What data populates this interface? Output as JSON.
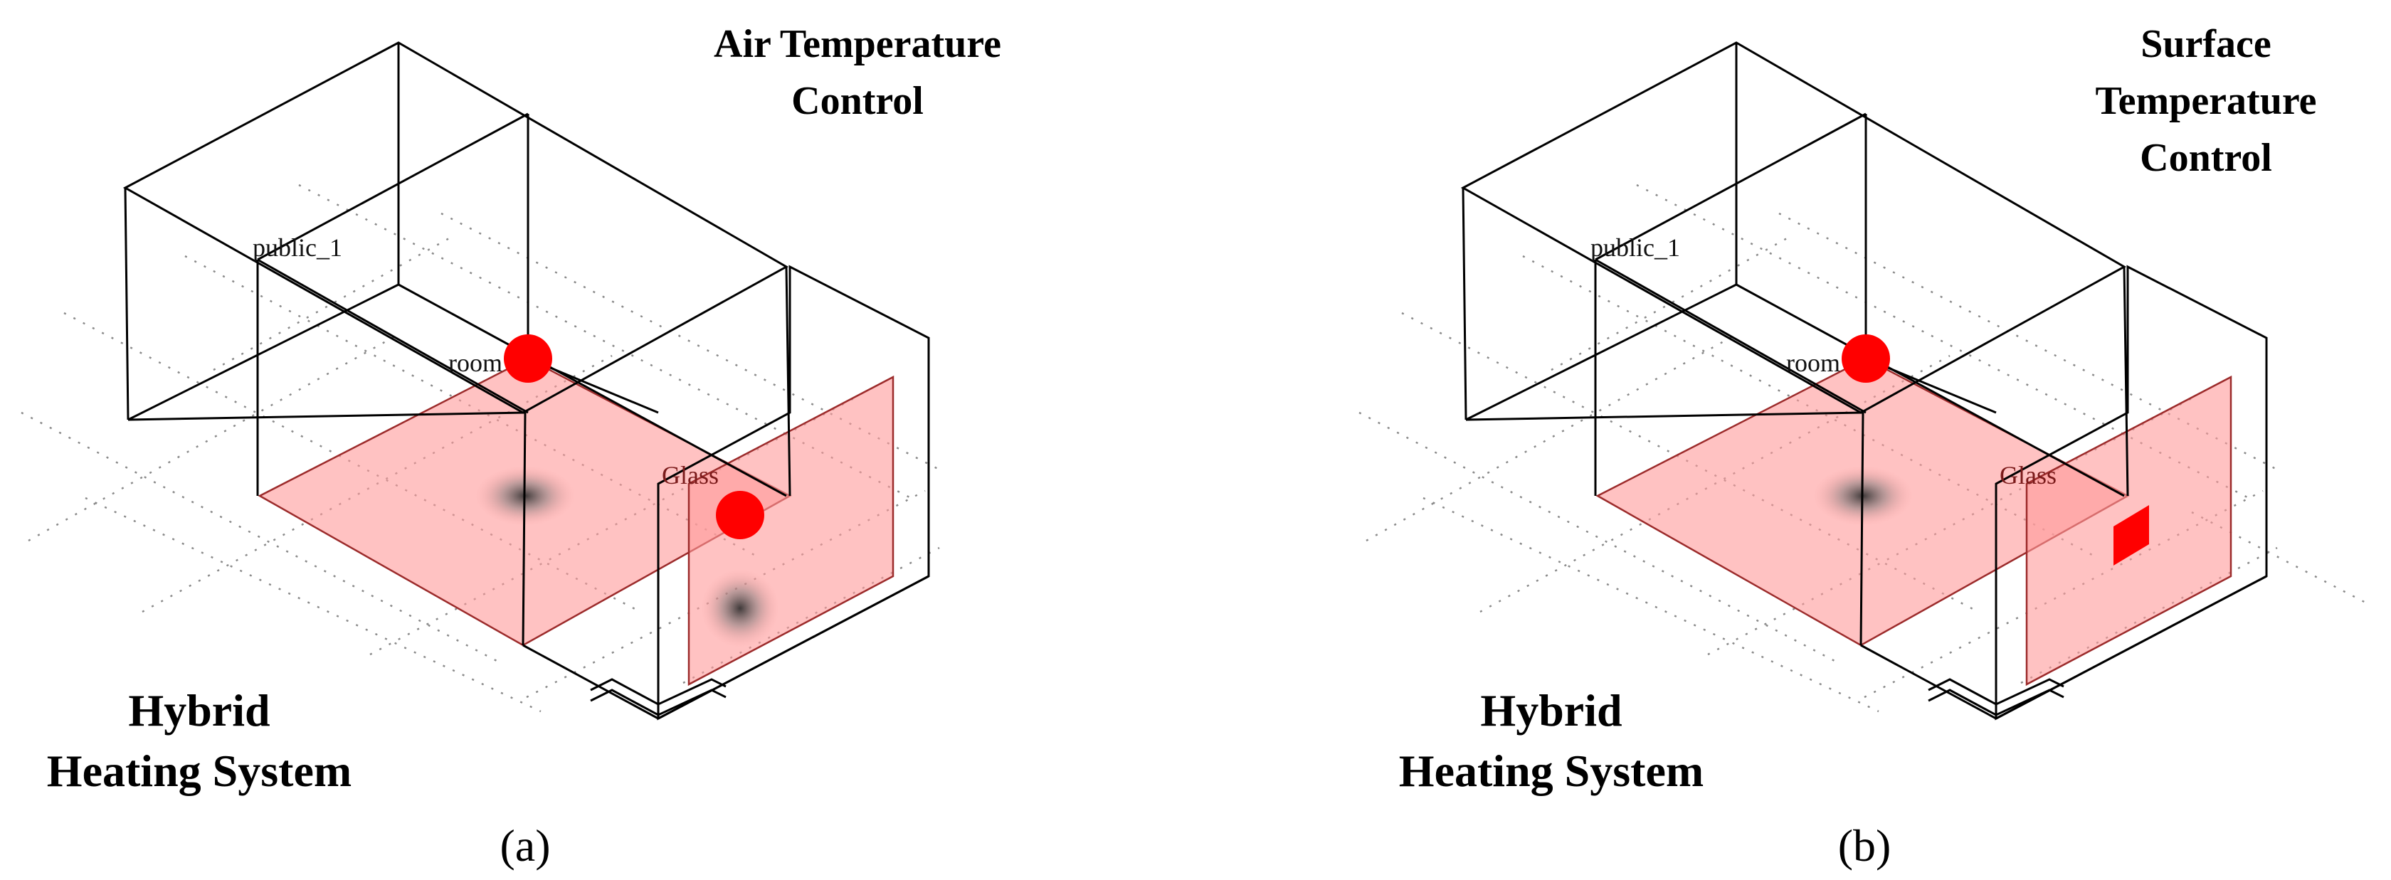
{
  "panels": [
    {
      "id": "a",
      "control_title_lines": [
        "Air Temperature",
        "Control"
      ],
      "zone_labels": {
        "upper": "public_1",
        "lower": "room",
        "window": "Glass"
      },
      "system_label_lines": [
        "Hybrid",
        "Heating System"
      ],
      "caption": "(a)",
      "sensor_markers": [
        "circle",
        "circle"
      ]
    },
    {
      "id": "b",
      "control_title_lines": [
        "Surface",
        "Temperature",
        "Control"
      ],
      "zone_labels": {
        "upper": "public_1",
        "lower": "room",
        "window": "Glass"
      },
      "system_label_lines": [
        "Hybrid",
        "Heating System"
      ],
      "caption": "(b)",
      "sensor_markers": [
        "circle",
        "square"
      ]
    }
  ],
  "colors": {
    "floor_highlight": "#ff9999",
    "sensor_marker": "#ff0000",
    "wireframe": "#000000",
    "grid": "#8a8a8a"
  }
}
